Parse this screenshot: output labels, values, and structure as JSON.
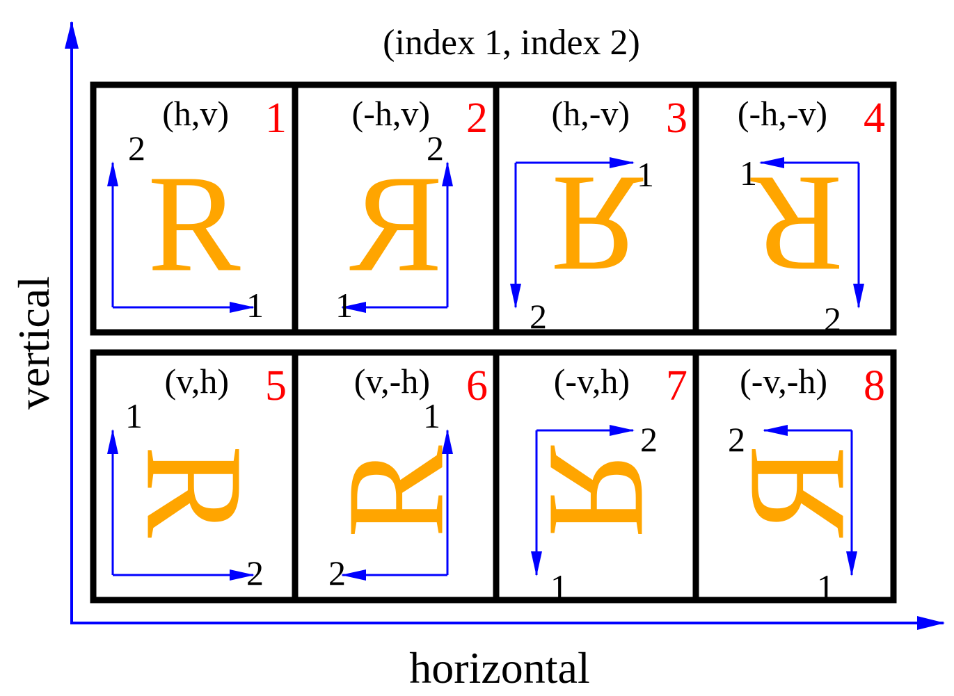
{
  "title": "(index 1, index 2)",
  "axes": {
    "x_label": "horizontal",
    "y_label": "vertical",
    "color": "#0000ff"
  },
  "colors": {
    "glyph": "#ffa500",
    "number": "#ff0000",
    "arrow": "#0000ff",
    "border": "#000000"
  },
  "panels": [
    {
      "number": "1",
      "label": "(h,v)",
      "glyph": "R"
    },
    {
      "number": "2",
      "label": "(-h,v)",
      "glyph": "R"
    },
    {
      "number": "3",
      "label": "(h,-v)",
      "glyph": "R"
    },
    {
      "number": "4",
      "label": "(-h,-v)",
      "glyph": "R"
    },
    {
      "number": "5",
      "label": "(v,h)",
      "glyph": "R"
    },
    {
      "number": "6",
      "label": "(v,-h)",
      "glyph": "R"
    },
    {
      "number": "7",
      "label": "(-v,h)",
      "glyph": "R"
    },
    {
      "number": "8",
      "label": "(-v,-h)",
      "glyph": "R"
    }
  ],
  "index_labels": {
    "one": "1",
    "two": "2"
  }
}
